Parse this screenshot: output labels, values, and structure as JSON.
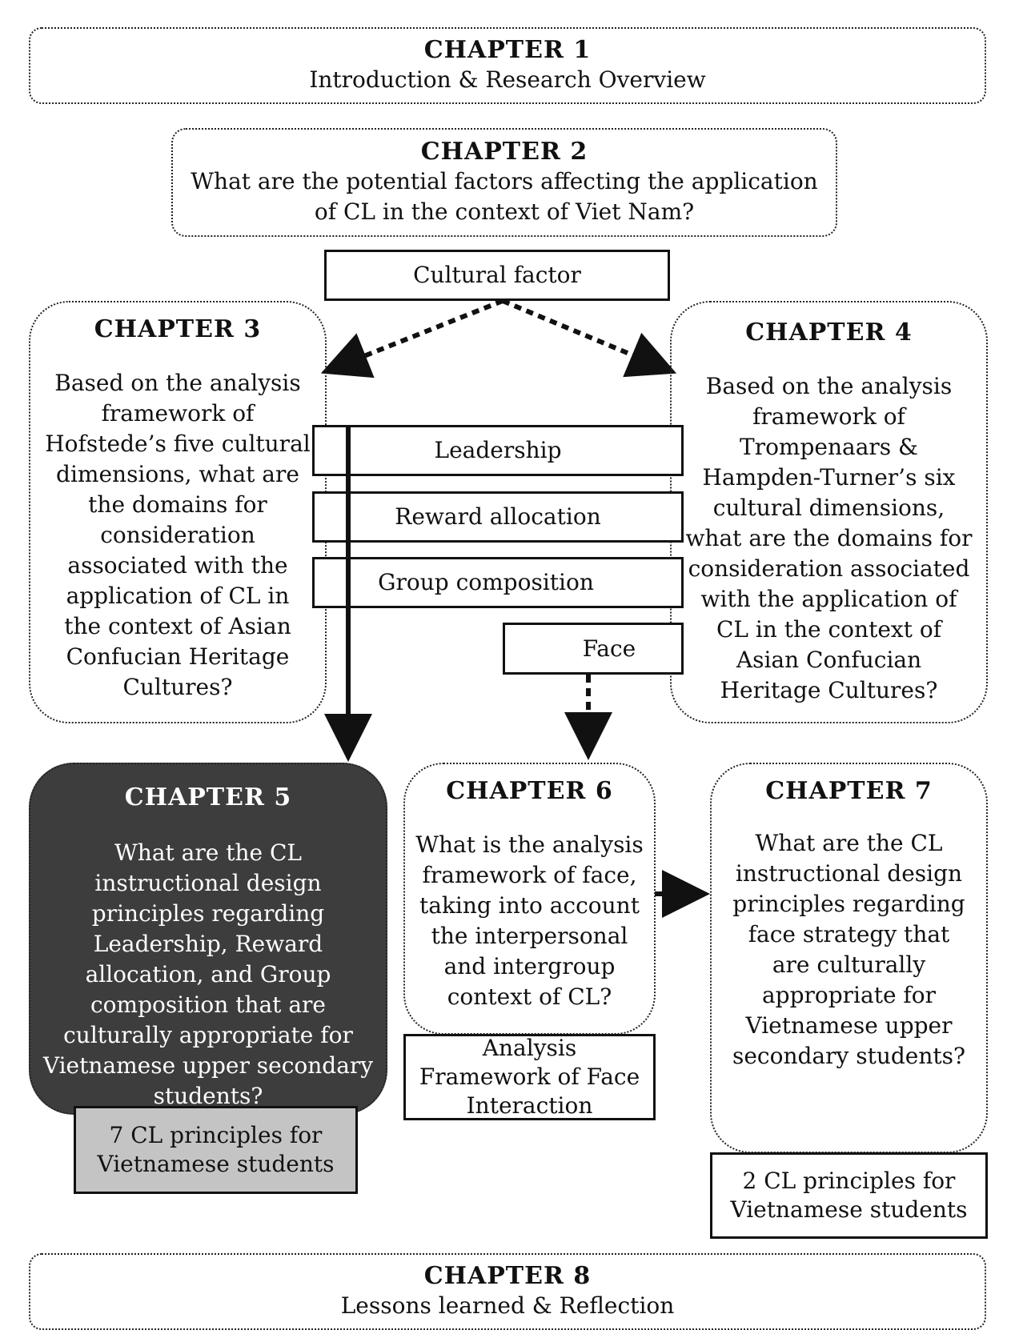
{
  "chapters": {
    "ch1": {
      "title": "CHAPTER 1",
      "text": "Introduction & Research Overview"
    },
    "ch2": {
      "title": "CHAPTER 2",
      "text": "What are the potential factors affecting the application of CL in the context of Viet Nam?"
    },
    "ch3": {
      "title": "CHAPTER 3",
      "text": "Based on the analysis framework of Hofstede’s five cultural dimensions, what are the domains for consideration associated with the application of CL in the context of Asian Confucian Heritage Cultures?"
    },
    "ch4": {
      "title": "CHAPTER 4",
      "text": "Based on the analysis framework of Trompenaars & Hampden-Turner’s six cultural dimensions, what are the domains for consideration associated with the application of CL in the context of Asian Confucian Heritage Cultures?"
    },
    "ch5": {
      "title": "CHAPTER 5",
      "text": "What are the CL instructional design principles regarding Leadership, Reward allocation, and Group composition that are culturally appropriate for Vietnamese upper secondary students?"
    },
    "ch6": {
      "title": "CHAPTER 6",
      "text": "What is the analysis framework of face, taking into account the interpersonal and intergroup context of CL?"
    },
    "ch7": {
      "title": "CHAPTER 7",
      "text": "What are the CL instructional design principles regarding face strategy that are culturally appropriate for Vietnamese upper secondary students?"
    },
    "ch8": {
      "title": "CHAPTER 8",
      "text": "Lessons learned & Reflection"
    }
  },
  "labels": {
    "cultural_factor": "Cultural factor",
    "leadership": "Leadership",
    "reward_allocation": "Reward allocation",
    "group_composition": "Group composition",
    "face": "Face",
    "analysis_framework": "Analysis Framework of Face Interaction",
    "principles_7": "7 CL principles for Vietnamese students",
    "principles_2": "2 CL principles for Vietnamese students"
  },
  "colors": {
    "chapter5_fill": "#3d3d3d",
    "chapter5_text": "#ffffff",
    "principles_7_fill": "#c4c4c4"
  }
}
